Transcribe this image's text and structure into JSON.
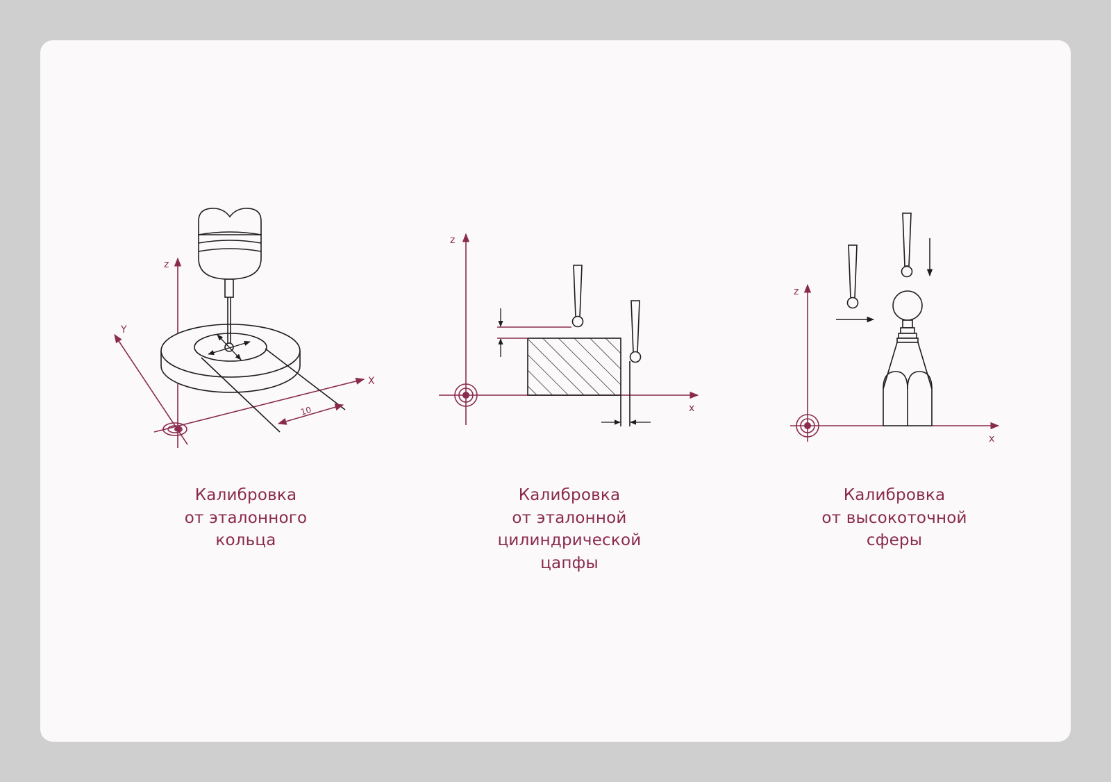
{
  "panels": [
    {
      "id": "ring",
      "caption": [
        "Калибровка",
        "от эталонного",
        "кольца"
      ],
      "axes": {
        "z": "z",
        "y": "Y",
        "x": "X"
      },
      "dimension": "10"
    },
    {
      "id": "pin",
      "caption": [
        "Калибровка",
        "от эталонной",
        "цилиндрической",
        "цапфы"
      ],
      "axes": {
        "z": "z",
        "x": "x"
      }
    },
    {
      "id": "sphere",
      "caption": [
        "Калибровка",
        "от высокоточной",
        "сферы"
      ],
      "axes": {
        "z": "z",
        "x": "x"
      }
    }
  ],
  "colors": {
    "background": "#cfcfcf",
    "card": "#fbf9fa",
    "accent": "#8a2a4d",
    "ink": "#1d1d1d"
  }
}
